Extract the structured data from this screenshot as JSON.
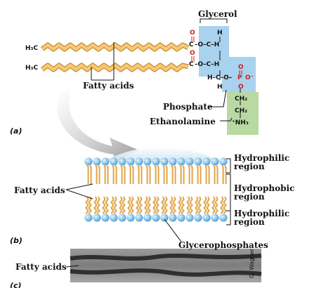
{
  "part_a": {
    "panel_label": "(a)",
    "glycerol_label": "Glycerol",
    "fatty_acids_label": "Fatty acids",
    "phosphate_label": "Phosphate",
    "ethanolamine_label": "Ethanolamine",
    "h3c": "H₃C",
    "atoms": {
      "h": "H",
      "c": "C",
      "o": "O",
      "p": "P",
      "o_minus": "O⁻",
      "ch2": "CH₂",
      "nh3": "⁺NH₃",
      "dash_o_dash_c": "–O–C–H",
      "ho_row": "H–C–O–",
      "c_h_row": "C–H"
    }
  },
  "part_b": {
    "panel_label": "(b)",
    "fatty_acids_label": "Fatty acids",
    "hydrophilic_top": "Hydrophilic\nregion",
    "hydrophobic": "Hydrophobic\nregion",
    "hydrophilic_bottom": "Hydrophilic\nregion",
    "glycerophosphates_label": "Glycerophosphates"
  },
  "part_c": {
    "fatty_acids_label": "Fatty acids",
    "credit": "G. Wagner",
    "panel_label": "(c)"
  },
  "colors": {
    "glycerol_box": "#a9d2ee",
    "phosphate_box": "#a9d2ee",
    "ethanolamine_box": "#b9d9a3",
    "chain_fill": "#f6c978",
    "chain_stroke": "#c98a2a",
    "head_ball": "#8fc8e8",
    "accent_red": "#d0191c"
  }
}
